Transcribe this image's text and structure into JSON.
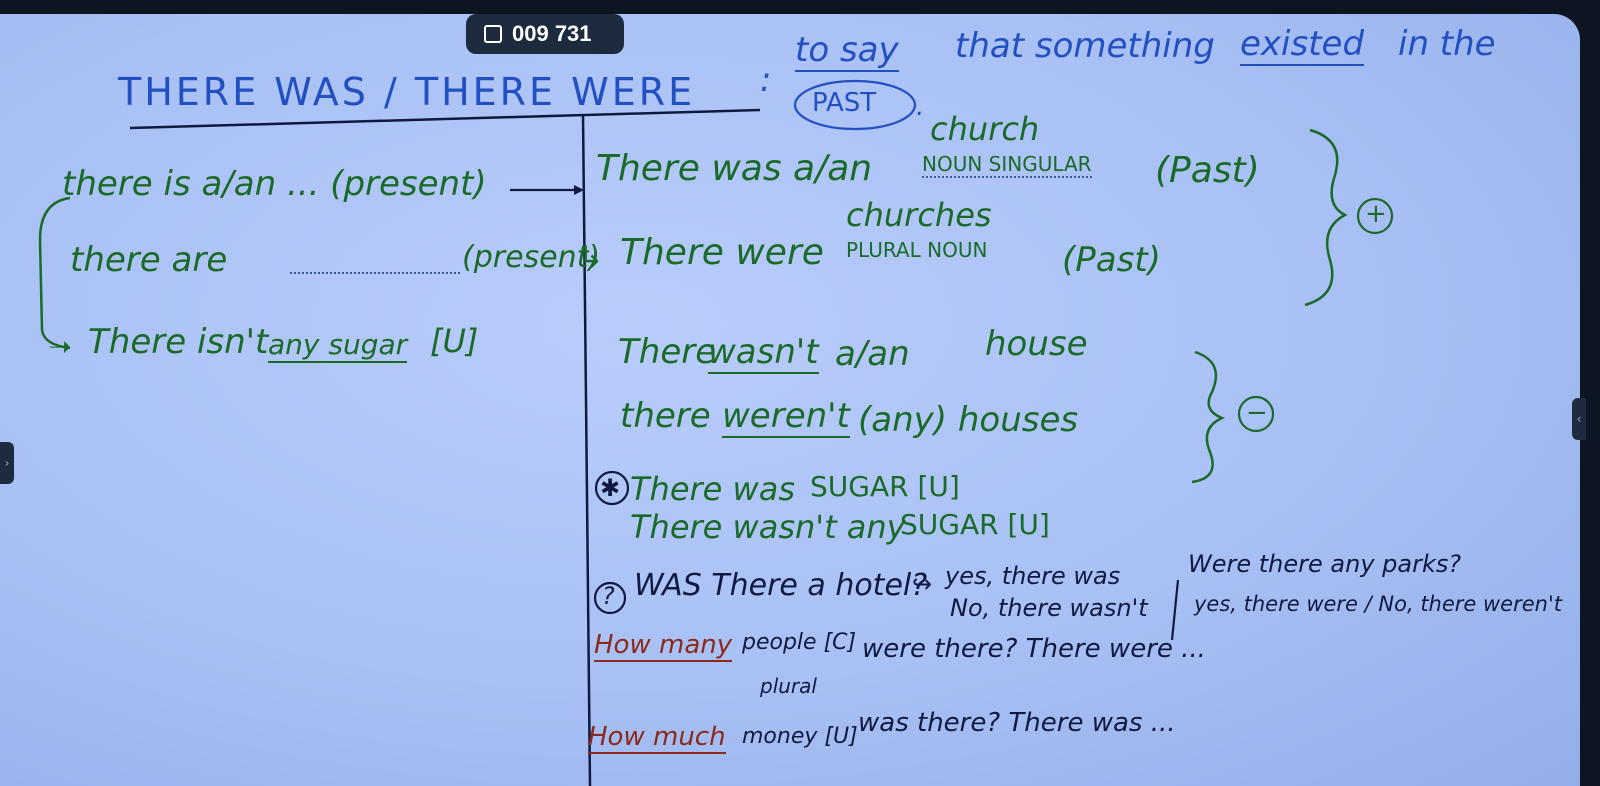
{
  "toolbar": {
    "icon": "tv-icon",
    "code": "009 731"
  },
  "heading": {
    "title": "THERE WAS / THERE WERE",
    "colon": ":",
    "definition_a": "to say",
    "definition_b": "that something",
    "definition_c": "existed",
    "definition_d": "in the",
    "past": "PAST",
    "period": "."
  },
  "left": {
    "line1": "there is a/an ... (present)",
    "line2_a": "there are",
    "line2_b": "(present)",
    "line3_a": "There isn't",
    "line3_b": "any sugar",
    "line3_c": "[U]"
  },
  "positive": {
    "line1_a": "There was a/an",
    "line1_sup": "church",
    "line1_noun": "NOUN SINGULAR",
    "line1_b": "(Past)",
    "line2_a": "There were",
    "line2_sup": "churches",
    "line2_noun": "PLURAL NOUN",
    "line2_b": "(Past)",
    "sign": "+"
  },
  "negative": {
    "line1_a": "There",
    "line1_b": "wasn't",
    "line1_c": "a/an",
    "line1_d": "house",
    "line2_a": "there",
    "line2_b": "weren't",
    "line2_c": "(any) houses",
    "sign": "−"
  },
  "uncountable": {
    "star": "✱",
    "line1_a": "There was",
    "line1_b": "SUGAR [U]",
    "line2_a": "There wasn't any",
    "line2_b": "SUGAR [U]"
  },
  "question": {
    "mark": "?",
    "q1": "WAS There a hotel?",
    "a1_yes": "yes, there was",
    "a1_no": "No, there wasn't",
    "q2": "Were there any parks?",
    "a2": "yes, there were / No, there weren't"
  },
  "how": {
    "many_a": "How many",
    "many_b": "people [C]",
    "many_c": "were there? There were ...",
    "plural": "plural",
    "much_a": "How much",
    "much_b": "money [U]",
    "much_c": "was there? There was ..."
  },
  "colors": {
    "board": "#a8c0f4",
    "ink_blue": "#2350c0",
    "ink_green": "#1a6a2a",
    "ink_dark": "#101a40",
    "ink_red": "#8a2a1a"
  }
}
